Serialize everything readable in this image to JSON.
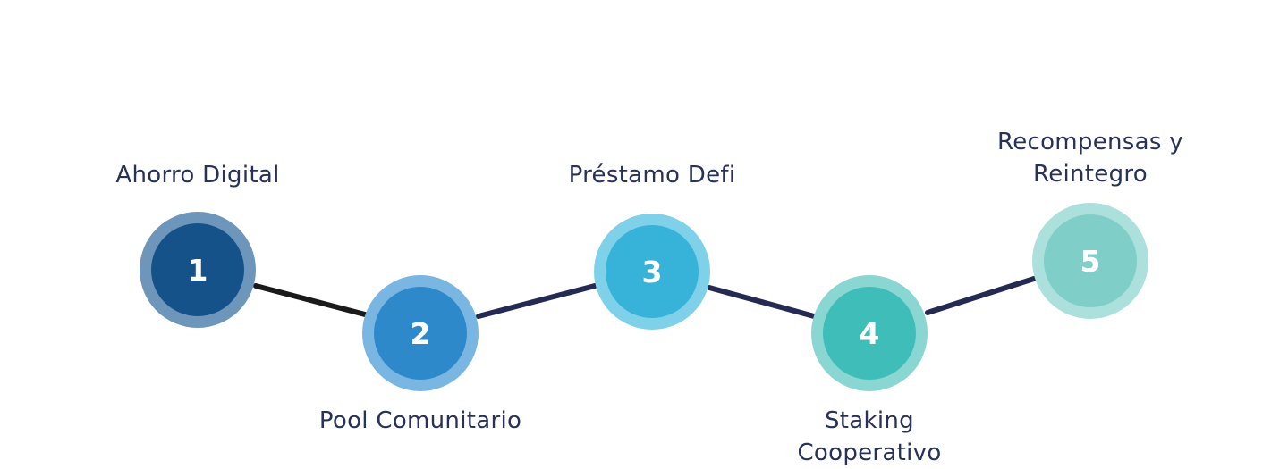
{
  "steps": [
    {
      "number": "1",
      "label": "Ahorro Digital",
      "outer_color": "#6e95ba",
      "inner_color": "#16528a"
    },
    {
      "number": "2",
      "label": "Pool Comunitario",
      "outer_color": "#7ab6e2",
      "inner_color": "#2e89cb"
    },
    {
      "number": "3",
      "label": "Préstamo Defi",
      "outer_color": "#7fd1ea",
      "inner_color": "#37b3d9"
    },
    {
      "number": "4",
      "label": "Staking Cooperativo",
      "label_line1": "Staking",
      "label_line2": "Cooperativo",
      "outer_color": "#8ad6d2",
      "inner_color": "#3fbdb9"
    },
    {
      "number": "5",
      "label": "Recompensas y Reintegro",
      "label_line1": "Recompensas y",
      "label_line2": "Reintegro",
      "outer_color": "#abe0dd",
      "inner_color": "#7fcec8"
    }
  ],
  "connector_colors": [
    "#1a1a1a",
    "#242a52",
    "#242a52",
    "#242a52"
  ]
}
